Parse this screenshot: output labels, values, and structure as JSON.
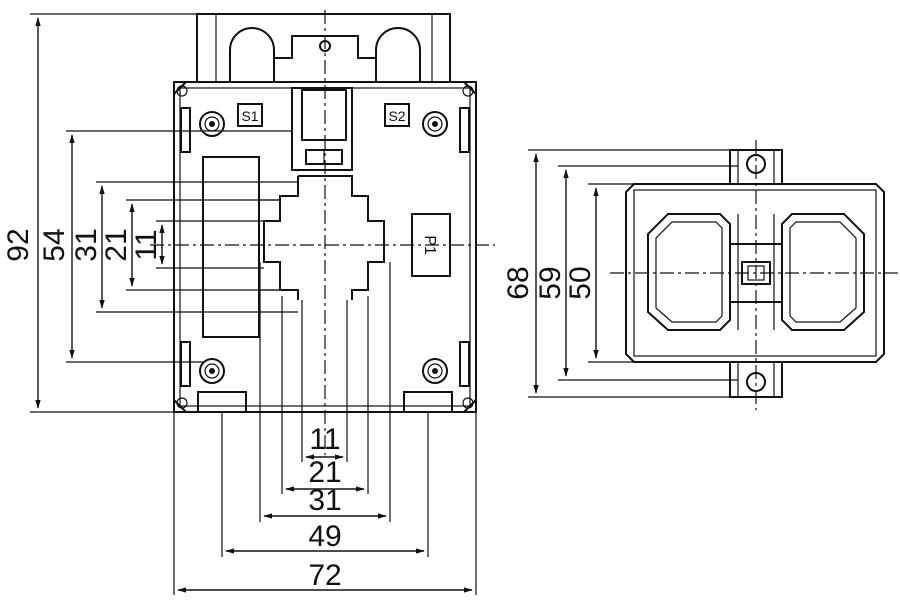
{
  "terminals": {
    "s1": "S1",
    "s2": "S2",
    "p1": "P1"
  },
  "front_view": {
    "height_dims": [
      "92",
      "54",
      "31",
      "21",
      "11"
    ],
    "width_dims": [
      "11",
      "21",
      "31",
      "49",
      "72"
    ]
  },
  "side_view": {
    "height_dims": [
      "68",
      "59",
      "50"
    ]
  }
}
